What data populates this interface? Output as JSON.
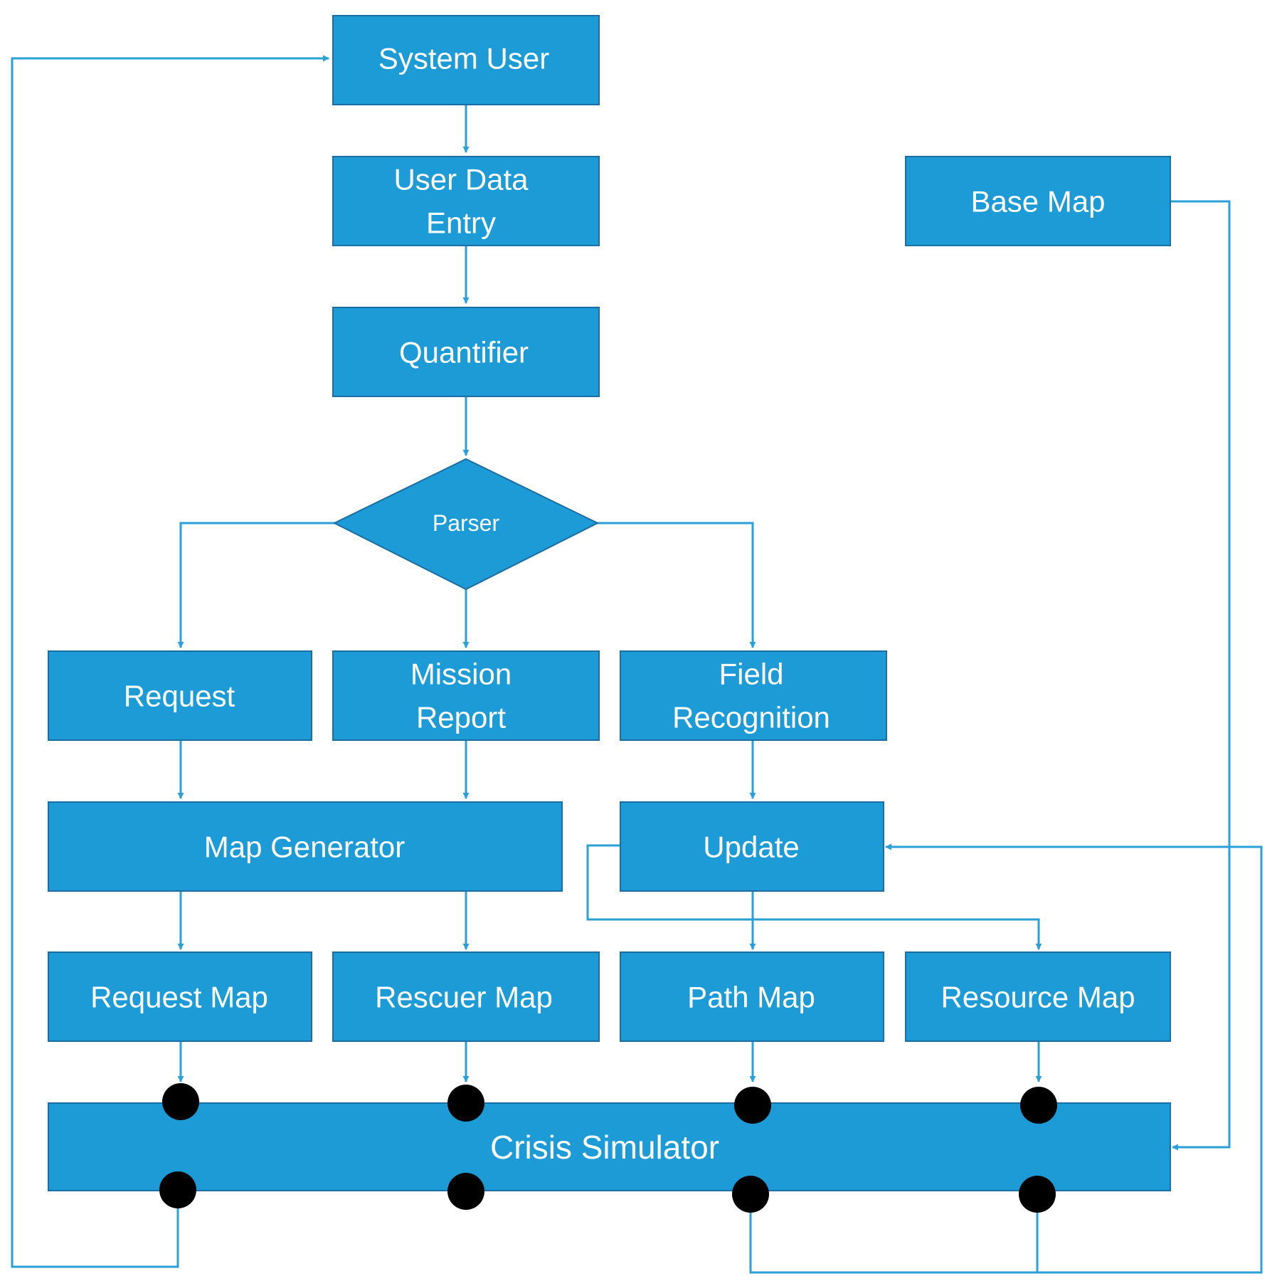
{
  "diagram": {
    "colors": {
      "box_fill": "#1d9bd7",
      "box_stroke": "#1a6ea3",
      "line": "#2a9fd8",
      "port": "#000000",
      "text": "#ffffff"
    },
    "nodes": {
      "system_user": {
        "label": "System User"
      },
      "user_data_entry": {
        "label_line1": "User Data",
        "label_line2": "Entry"
      },
      "quantifier": {
        "label": "Quantifier"
      },
      "parser": {
        "label": "Parser"
      },
      "request": {
        "label": "Request"
      },
      "mission_report": {
        "label_line1": "Mission",
        "label_line2": "Report"
      },
      "field_recognition": {
        "label_line1": "Field",
        "label_line2": "Recognition"
      },
      "base_map": {
        "label": "Base Map"
      },
      "map_generator": {
        "label": "Map Generator"
      },
      "update": {
        "label": "Update"
      },
      "request_map": {
        "label": "Request Map"
      },
      "rescuer_map": {
        "label": "Rescuer Map"
      },
      "path_map": {
        "label": "Path Map"
      },
      "resource_map": {
        "label": "Resource Map"
      },
      "crisis_simulator": {
        "label": "Crisis Simulator"
      }
    }
  }
}
